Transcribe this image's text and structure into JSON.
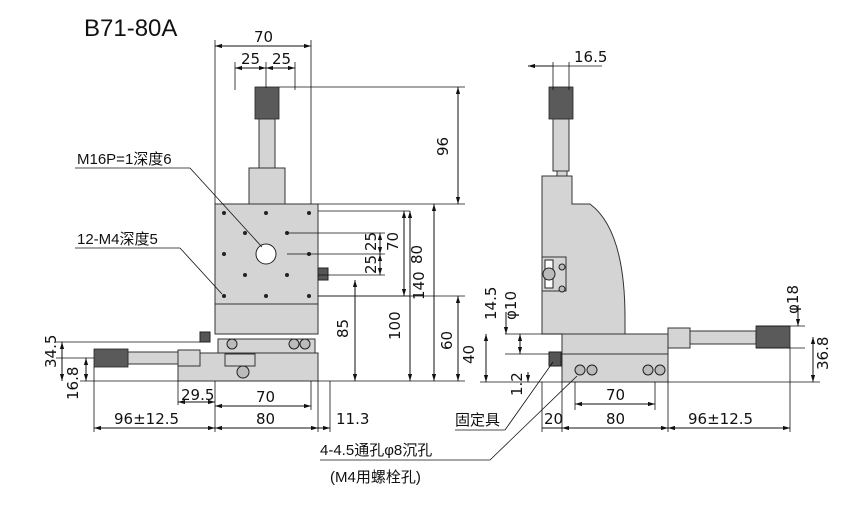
{
  "title": "B71-80A",
  "front": {
    "top_70": "70",
    "top_25a": "25",
    "top_25b": "25",
    "h96": "96",
    "m16": "M16P=1深度6",
    "m4": "12-M4深度5",
    "v25a": "25",
    "v70": "70",
    "v25b": "25",
    "v80": "80",
    "v85": "85",
    "v100": "100",
    "v140": "140",
    "v60": "60",
    "l34_5": "34.5",
    "l16_8": "16.8",
    "b29_5": "29.5",
    "b70": "70",
    "b80": "80",
    "b96": "96±12.5",
    "b11_3": "11.3"
  },
  "side": {
    "top_16_5": "16.5",
    "v14_5": "14.5",
    "phi10": "φ10",
    "v40": "40",
    "v1_2": "1.2",
    "phi18": "φ18",
    "v36_8": "36.8",
    "b20": "20",
    "b70": "70",
    "b80": "80",
    "b96": "96±12.5",
    "fixture": "固定具",
    "note1": "4-4.5通孔φ8沉孔",
    "note2": "(M4用螺栓孔)"
  }
}
